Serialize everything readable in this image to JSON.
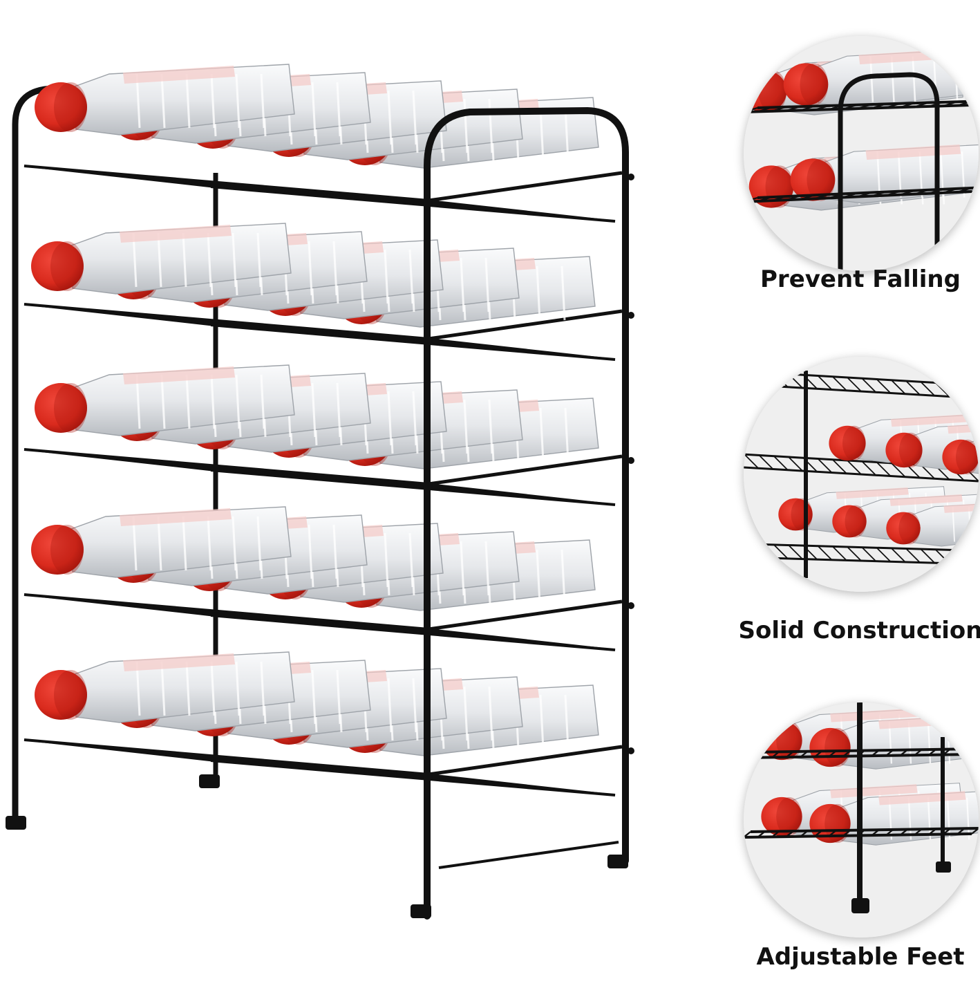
{
  "features": [
    {
      "label": "Prevent Falling",
      "icon": "bottle-rack-top-corner"
    },
    {
      "label": "Solid Construction",
      "icon": "bottle-rack-wire-shelves"
    },
    {
      "label": "Adjustable Feet",
      "icon": "bottle-rack-feet"
    }
  ],
  "colors": {
    "cap": "#d92a1d",
    "cap_dark": "#a8170e",
    "bottle": "#e6e8eb",
    "frame": "#111111",
    "background": "#ffffff"
  },
  "rack": {
    "tiers": 5,
    "bottles_per_tier": 5
  }
}
